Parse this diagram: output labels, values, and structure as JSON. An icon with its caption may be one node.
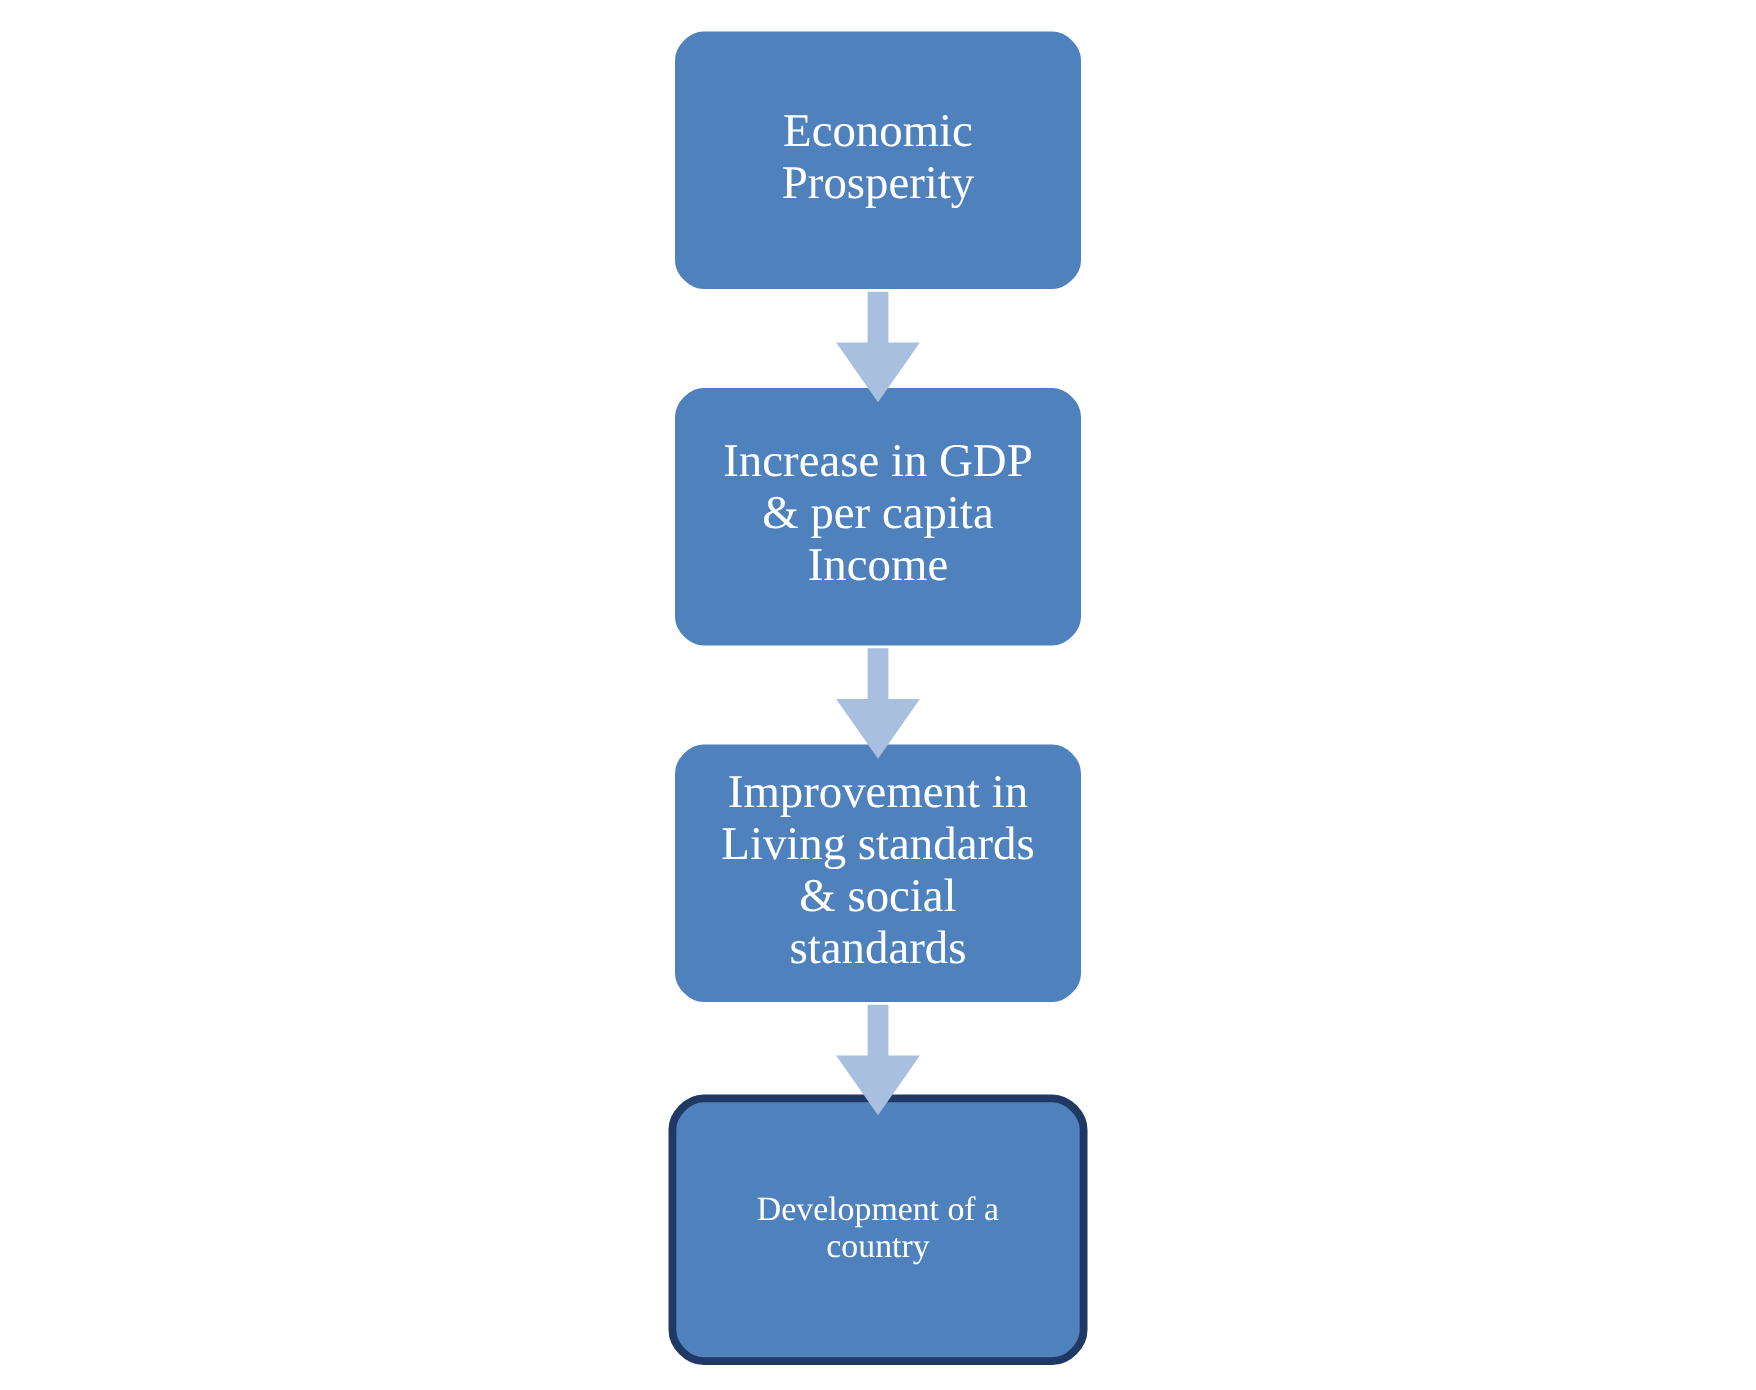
{
  "diagram": {
    "nodes": [
      {
        "text": [
          "Economic Prosperity"
        ]
      },
      {
        "text": [
          "Increase in GDP & per capita Income"
        ]
      },
      {
        "text": [
          "Improvement in Living standards & social standards"
        ]
      },
      {
        "text": [
          "Development of a country"
        ]
      }
    ],
    "edges": [
      {
        "from": 0,
        "to": 1,
        "arrow": "to"
      },
      {
        "from": 1,
        "to": 2,
        "arrow": "to"
      },
      {
        "from": 2,
        "to": 3,
        "arrow": "to"
      }
    ]
  }
}
